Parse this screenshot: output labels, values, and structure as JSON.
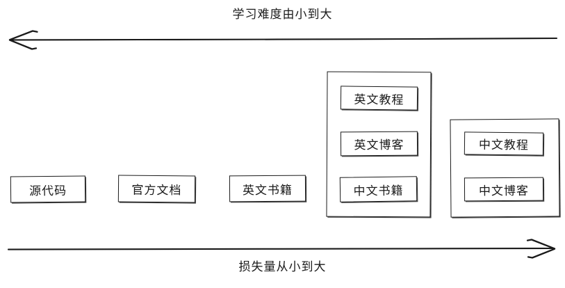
{
  "diagram": {
    "title_top": "学习难度由小到大",
    "title_bottom": "损失量从小到大",
    "stroke_color": "#1a1a1a",
    "background_color": "#ffffff",
    "axes": [
      {
        "name": "difficulty-axis",
        "caption": "学习难度由小到大",
        "direction": "left",
        "position": "top"
      },
      {
        "name": "loss-axis",
        "caption": "损失量从小到大",
        "direction": "right",
        "position": "bottom"
      }
    ],
    "standalone_nodes": [
      {
        "label": "源代码"
      },
      {
        "label": "官方文档"
      },
      {
        "label": "英文书籍"
      }
    ],
    "groups": [
      {
        "name": "english-materials-group",
        "items": [
          {
            "label": "英文教程"
          },
          {
            "label": "英文博客"
          },
          {
            "label": "中文书籍"
          }
        ]
      },
      {
        "name": "chinese-materials-group",
        "items": [
          {
            "label": "中文教程"
          },
          {
            "label": "中文博客"
          }
        ]
      }
    ]
  }
}
